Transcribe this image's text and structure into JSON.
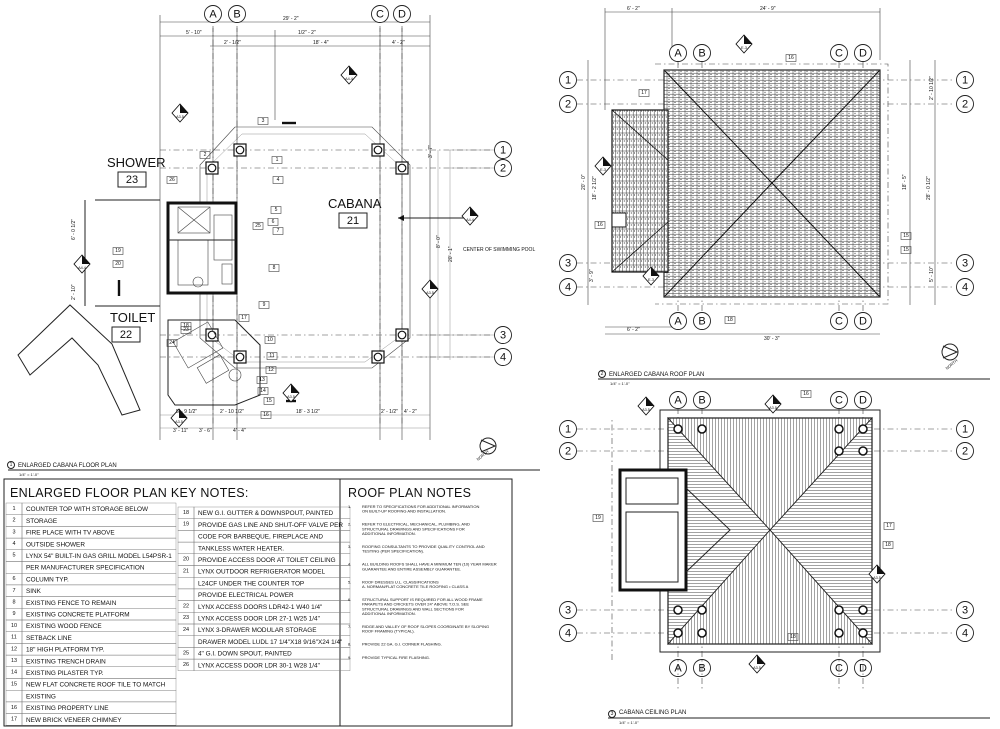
{
  "grid": {
    "floor_cols": [
      "A",
      "B",
      "C",
      "D"
    ],
    "floor_rows": [
      "1",
      "2",
      "3",
      "4"
    ],
    "roof_cols": [
      "A",
      "B",
      "C",
      "D"
    ],
    "roof_rows": [
      "1",
      "2",
      "3",
      "4"
    ],
    "ceiling_cols": [
      "A",
      "B",
      "C",
      "D"
    ],
    "ceiling_rows": [
      "1",
      "2",
      "3",
      "4"
    ]
  },
  "floor_plan": {
    "rooms": [
      {
        "name": "SHOWER",
        "number": "23"
      },
      {
        "name": "CABANA",
        "number": "21"
      },
      {
        "name": "TOILET",
        "number": "22"
      }
    ],
    "center_label": "CENTER OF SWIMMING POOL",
    "title_number": "1",
    "title": "ENLARGED CABANA FLOOR PLAN",
    "scale": "1/4\" = 1'-0\"",
    "north": "NORTH",
    "top_dims": [
      "29' - 2\"",
      "1/2\" - 2\"",
      "5' - 10\"",
      "18' - 4\"",
      "2' - 1/2\"",
      "4' - 2\""
    ],
    "bottom_dims": [
      "5' - 9 1/2\"",
      "2' - 10 1/2\"",
      "18' - 3 1/2\"",
      "2' - 1/2\"",
      "4' - 2\"",
      "3' - 11\"",
      "3' - 6\"",
      "4' - 4\""
    ],
    "side_dims": [
      "20' - 1\"",
      "6' - 0 1/2\"",
      "2' - 10\"",
      "8' - 0\"",
      "3' - 7\""
    ],
    "section_refs": [
      "A4.4",
      "A4.4",
      "A4.4",
      "A3.5",
      "A3.5",
      "A3.5",
      "A3.5"
    ],
    "callouts": [
      "1",
      "2",
      "3",
      "4",
      "5",
      "6",
      "7",
      "8",
      "9",
      "10",
      "11",
      "12",
      "13",
      "14",
      "15",
      "16",
      "17",
      "18",
      "19",
      "20",
      "23",
      "24",
      "25",
      "26"
    ]
  },
  "roof_plan": {
    "title_number": "2",
    "title": "ENLARGED CABANA ROOF PLAN",
    "scale": "1/4\" = 1'-0\"",
    "north": "NORTH",
    "top_dims": [
      "6' - 2\"",
      "24' - 9\""
    ],
    "bottom_dims": [
      "6' - 2\"",
      "30' - 3\""
    ],
    "side_dims": [
      "2' - 10 1/2\"",
      "18' - 5\"",
      "28' - 0 1/2\"",
      "20' - 0\"",
      "18' - 2 1/2\"",
      "3' - 9\"",
      "5' - 10\""
    ],
    "callouts": [
      "16",
      "17",
      "15",
      "15",
      "16",
      "18"
    ],
    "section_refs": [
      "E-3",
      "E-3",
      "E-3"
    ]
  },
  "ceiling_plan": {
    "title_number": "3",
    "title": "CABANA CEILING PLAN",
    "scale": "1/4\" = 1'-0\"",
    "callouts": [
      "16",
      "19",
      "17",
      "18",
      "18"
    ],
    "section_refs": [
      "A3.5",
      "A3.5",
      "A3.5",
      "A3.5"
    ]
  },
  "key_notes": {
    "title": "ENLARGED FLOOR PLAN KEY NOTES:",
    "left": [
      {
        "n": "1",
        "text": "COUNTER TOP WITH STORAGE BELOW"
      },
      {
        "n": "2",
        "text": "STORAGE"
      },
      {
        "n": "3",
        "text": "FIRE PLACE WITH TV ABOVE"
      },
      {
        "n": "4",
        "text": "OUTSIDE SHOWER"
      },
      {
        "n": "5",
        "text": "LYNX 54\" BUILT-IN GAS GRILL MODEL L54PSR-1"
      },
      {
        "n": "",
        "text": "PER MANUFACTURER SPECIFICATION"
      },
      {
        "n": "6",
        "text": "COLUMN TYP."
      },
      {
        "n": "7",
        "text": "SINK"
      },
      {
        "n": "8",
        "text": "EXISTING FENCE TO REMAIN"
      },
      {
        "n": "9",
        "text": "EXISTING CONCRETE PLATFORM"
      },
      {
        "n": "10",
        "text": "EXISTING WOOD FENCE"
      },
      {
        "n": "11",
        "text": "SETBACK LINE"
      },
      {
        "n": "12",
        "text": "18\" HIGH PLATFORM TYP."
      },
      {
        "n": "13",
        "text": "EXISTING TRENCH DRAIN"
      },
      {
        "n": "14",
        "text": "EXISTING PILASTER TYP."
      },
      {
        "n": "15",
        "text": "NEW FLAT CONCRETE ROOF TILE TO MATCH"
      },
      {
        "n": "",
        "text": "EXISTING"
      },
      {
        "n": "16",
        "text": "EXISTING PROPERTY LINE"
      },
      {
        "n": "17",
        "text": "NEW BRICK VENEER CHIMNEY"
      }
    ],
    "right": [
      {
        "n": "18",
        "text": "NEW G.I. GUTTER & DOWNSPOUT, PAINTED"
      },
      {
        "n": "19",
        "text": "PROVIDE GAS LINE AND SHUT-OFF VALVE PER"
      },
      {
        "n": "",
        "text": "CODE FOR BARBEQUE, FIREPLACE AND"
      },
      {
        "n": "",
        "text": "TANKLESS WATER HEATER."
      },
      {
        "n": "20",
        "text": "PROVIDE ACCESS DOOR AT TOILET CEILING"
      },
      {
        "n": "21",
        "text": "LYNX OUTDOOR REFRIGERATOR MODEL"
      },
      {
        "n": "",
        "text": "L24CF UNDER THE COUNTER TOP"
      },
      {
        "n": "",
        "text": "PROVIDE ELECTRICAL POWER"
      },
      {
        "n": "22",
        "text": "LYNX ACCESS DOORS LDR42-1 W40 1/4\""
      },
      {
        "n": "23",
        "text": "LYNX ACCESS DOOR LDR 27-1 W25 1/4\""
      },
      {
        "n": "24",
        "text": "LYNX 3-DRAWER MODULAR STORAGE"
      },
      {
        "n": "",
        "text": "DRAWER MODEL LUDL 17 1/4\"X18 9/16\"X24 1/4\""
      },
      {
        "n": "25",
        "text": "4\" G.I. DOWN SPOUT, PAINTED"
      },
      {
        "n": "26",
        "text": "LYNX ACCESS DOOR LDR 30-1 W28 1/4\""
      }
    ]
  },
  "roof_notes": {
    "title": "ROOF PLAN NOTES",
    "items": [
      {
        "n": "1",
        "lines": [
          "REFER TO SPECIFICATIONS FOR ADDITIONAL INFORMATION",
          "ON BUILT-UP ROOFING AND INSTALLATION."
        ]
      },
      {
        "n": "2",
        "lines": [
          "REFER TO ELECTRICAL, MECHANICAL, PLUMBING, AND",
          "STRUCTURAL DRAWINGS AND SPECIFICATIONS FOR",
          "ADDITIONAL INFORMATION."
        ]
      },
      {
        "n": "3",
        "lines": [
          "ROOFING CONSULTANTS TO PROVIDE QUALITY CONTROL AND",
          "TESTING (PER SPECIFICATION)."
        ]
      },
      {
        "n": "4",
        "lines": [
          "ALL BUILDING ROOFS SHALL HAVE A MINIMUM TEN (10) YEAR MAKER",
          "GUARANTEE AND ENTIRE ASSEMBLY GUARANTEE."
        ]
      },
      {
        "n": "5",
        "lines": [
          "ROOF DRESSES U.L. CLASSIFICATIONS",
          "A. NORMAN/FLAT CONCRETE TILE ROOFING • CLASS A"
        ]
      },
      {
        "n": "6",
        "lines": [
          "STRUCTURAL SUPPORT IS REQUIRED FOR ALL WOOD FRAME",
          "PARAPETS AND CRICKETS OVER 24\" ABOVE T.O.S. SEE",
          "STRUCTURAL DRAWINGS AND WALL SECTIONS FOR",
          "ADDITIONAL INFORMATION."
        ]
      },
      {
        "n": "7",
        "lines": [
          "RIDGE AND VALLEY OF ROOF SLOPES COORDINATE BY SLOPING",
          "ROOF FRAMING (TYPICAL)."
        ]
      },
      {
        "n": "8",
        "lines": [
          "PROVIDE 22 GA. G.I. CORNER FLASHING."
        ]
      },
      {
        "n": "9",
        "lines": [
          "PROVIDE TYPICAL FIRE FLASHING."
        ]
      }
    ]
  }
}
